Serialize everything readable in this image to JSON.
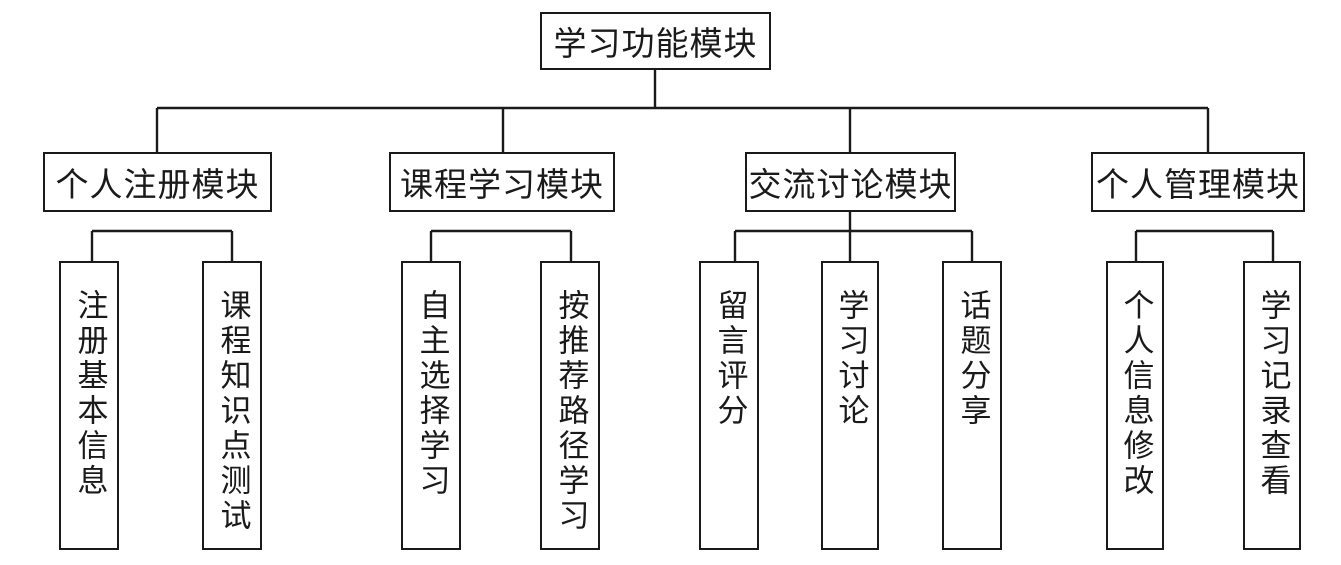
{
  "root": {
    "label": "学习功能模块"
  },
  "modules": [
    {
      "label": "个人注册模块",
      "children": [
        {
          "label": "注册基本信息"
        },
        {
          "label": "课程知识点测试"
        }
      ]
    },
    {
      "label": "课程学习模块",
      "children": [
        {
          "label": "自主选择学习"
        },
        {
          "label": "按推荐路径学习"
        }
      ]
    },
    {
      "label": "交流讨论模块",
      "children": [
        {
          "label": "留言评分"
        },
        {
          "label": "学习讨论"
        },
        {
          "label": "话题分享"
        }
      ]
    },
    {
      "label": "个人管理模块",
      "children": [
        {
          "label": "个人信息修改"
        },
        {
          "label": "学习记录查看"
        }
      ]
    }
  ]
}
